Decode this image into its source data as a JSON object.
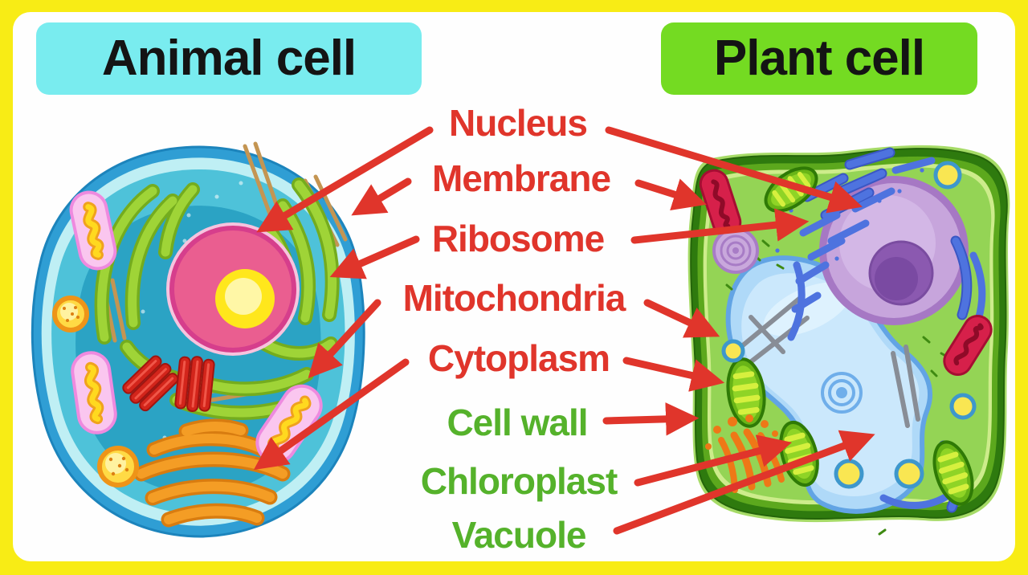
{
  "frame": {
    "border_color": "#F8EC15",
    "card_color": "#FEFEFE"
  },
  "titles": {
    "animal": {
      "text": "Animal cell",
      "bg_color": "#79ECEF",
      "text_color": "#141414"
    },
    "plant": {
      "text": "Plant cell",
      "bg_color": "#74DB22",
      "text_color": "#141414"
    }
  },
  "labels": {
    "nucleus": {
      "text": "Nucleus",
      "color": "#E0352B"
    },
    "membrane": {
      "text": "Membrane",
      "color": "#E0352B"
    },
    "ribosome": {
      "text": "Ribosome",
      "color": "#E0352B"
    },
    "mitochondria": {
      "text": "Mitochondria",
      "color": "#E0352B"
    },
    "cytoplasm": {
      "text": "Cytoplasm",
      "color": "#E0352B"
    },
    "cell_wall": {
      "text": "Cell wall",
      "color": "#55B22B"
    },
    "chloroplast": {
      "text": "Chloroplast",
      "color": "#55B22B"
    },
    "vacuole": {
      "text": "Vacuole",
      "color": "#55B22B"
    }
  },
  "arrow_color": "#E0352B",
  "palette": {
    "animal_membrane_blue": "#2F9ED4",
    "animal_cytoplasm_teal": "#4EC2D9",
    "animal_inner_teal": "#2BA3C4",
    "animal_nucleus_pink": "#EA5E90",
    "animal_nucleolus_yellow": "#FFE71C",
    "er_green": "#9FD437",
    "golgi_orange": "#F49D25",
    "mitochondria_pink": "#FAC6EF",
    "plant_wall_dark_green": "#2E7A0E",
    "plant_cytoplasm_green": "#94D455",
    "plant_vacuole_blue": "#AFD9F8",
    "plant_nucleus_purple": "#C7A5DC",
    "plant_nucleolus_purple": "#8B59B0",
    "chloroplast_green": "#69B517",
    "plant_er_blue": "#4E73DF",
    "plant_mitochondria_red": "#D6204A",
    "vesicle_yellow": "#F9E652"
  }
}
